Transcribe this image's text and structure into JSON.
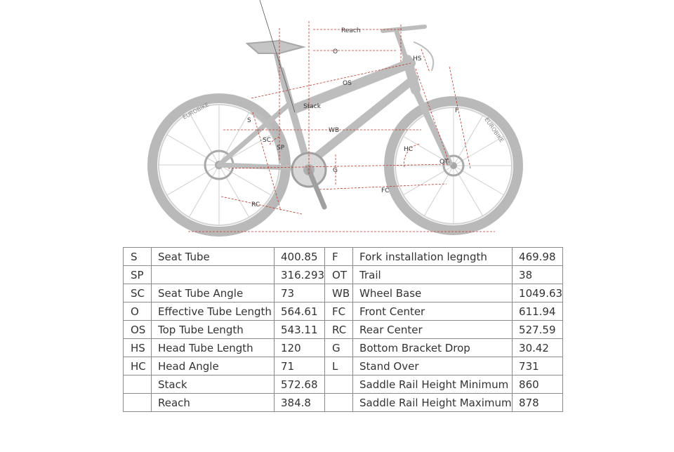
{
  "diagram": {
    "labels": {
      "reach": "Reach",
      "o": "O",
      "hs": "HS",
      "os": "OS",
      "stack": "Stack",
      "s": "S",
      "wb": "WB",
      "sc": "SC",
      "sp": "SP",
      "hc": "HC",
      "ot": "OT",
      "g": "G",
      "fc": "FC",
      "rc": "RC",
      "f": "F"
    },
    "tire_brand": "EUROBIKE"
  },
  "table": {
    "rows": [
      {
        "code1": "S",
        "name1": "Seat Tube",
        "val1": "400.85",
        "code2": "F",
        "name2": "Fork installation legngth",
        "val2": "469.98"
      },
      {
        "code1": "SP",
        "name1": "",
        "val1": "316.293",
        "code2": "OT",
        "name2": "Trail",
        "val2": "38"
      },
      {
        "code1": "SC",
        "name1": "Seat Tube Angle",
        "val1": "73",
        "code2": "WB",
        "name2": "Wheel Base",
        "val2": "1049.63"
      },
      {
        "code1": "O",
        "name1": "Effective Tube Length",
        "val1": "564.61",
        "code2": "FC",
        "name2": "Front Center",
        "val2": "611.94"
      },
      {
        "code1": "OS",
        "name1": "Top Tube Length",
        "val1": "543.11",
        "code2": "RC",
        "name2": "Rear Center",
        "val2": "527.59"
      },
      {
        "code1": "HS",
        "name1": "Head Tube Length",
        "val1": "120",
        "code2": "G",
        "name2": "Bottom Bracket Drop",
        "val2": "30.42"
      },
      {
        "code1": "HC",
        "name1": "Head Angle",
        "val1": "71",
        "code2": "L",
        "name2": "Stand Over",
        "val2": "731"
      },
      {
        "code1": "",
        "name1": "Stack",
        "val1": "572.68",
        "code2": "",
        "name2": "Saddle Rail Height Minimum",
        "val2": "860"
      },
      {
        "code1": "",
        "name1": "Reach",
        "val1": "384.8",
        "code2": "",
        "name2": "Saddle Rail Height Maximum",
        "val2": "878"
      }
    ]
  }
}
